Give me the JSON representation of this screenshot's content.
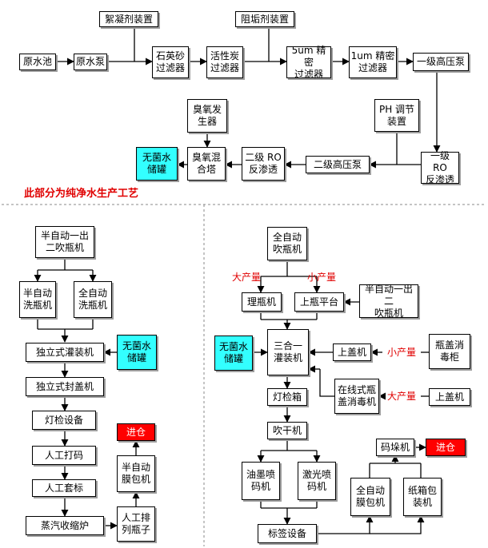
{
  "colors": {
    "line": "#000000",
    "tank": "#33ffff",
    "warehouse": "#ff0000",
    "label_red": "#e00000",
    "divider": "#888888"
  },
  "section_title": "此部分为纯净水生产工艺",
  "nodes": {
    "raw_pool": "原水池",
    "raw_pump": "原水泵",
    "flocculant": "絮凝剂装置",
    "quartz_filter": "石英砂\n过滤器",
    "carbon_filter": "活性炭\n过滤器",
    "antiscalant": "阻垢剂装置",
    "filter_5um": "5um 精密\n过滤器",
    "filter_1um": "1um 精密\n过滤器",
    "hp_pump_1": "一级高压泵",
    "ph_adjust": "PH 调节\n装置",
    "ro_1": "一级 RO\n反渗透",
    "hp_pump_2": "二级高压泵",
    "ro_2": "二级 RO\n反渗透",
    "ozone_mixer": "臭氧混\n合塔",
    "ozone_gen": "臭氧发\n生器",
    "tank_top": "无菌水\n储罐",
    "l_blower": "半自动一出\n二吹瓶机",
    "l_semi_wash": "半自动\n洗瓶机",
    "l_full_wash": "全自动\n洗瓶机",
    "l_filler": "独立式灌装机",
    "l_tank": "无菌水\n储罐",
    "l_capper": "独立式封盖机",
    "l_inspect": "灯检设备",
    "l_code": "人工打码",
    "l_label": "人工套标",
    "l_shrink": "蒸汽收缩炉",
    "l_arrange": "人工排\n列瓶子",
    "l_wrap": "半自动\n膜包机",
    "l_warehouse": "进仓",
    "r_blower": "全自动\n吹瓶机",
    "r_unscrambler": "理瓶机",
    "r_platform": "上瓶平台",
    "r_semi_blower": "半自动一出二\n吹瓶机",
    "r_tank": "无菌水\n储罐",
    "r_triblock": "三合一\n灌装机",
    "r_cap_elevator": "上盖机",
    "r_cap_cabinet": "瓶盖消\n毒柜",
    "r_cap_steriliser": "在线式瓶\n盖消毒机",
    "r_cap_elevator_2": "上盖机",
    "r_inspect": "灯检箱",
    "r_dryer": "吹干机",
    "r_ink_coder": "油墨喷\n码机",
    "r_laser_coder": "激光喷\n码机",
    "r_labeler": "标签设备",
    "r_full_wrap": "全自动\n膜包机",
    "r_carton": "纸箱包\n装机",
    "r_palletizer": "码垛机",
    "r_warehouse": "进仓"
  },
  "labels": {
    "high_output": "大产量",
    "low_output": "小产量",
    "low_output_cap": "小产量",
    "high_output_cap": "大产量"
  }
}
